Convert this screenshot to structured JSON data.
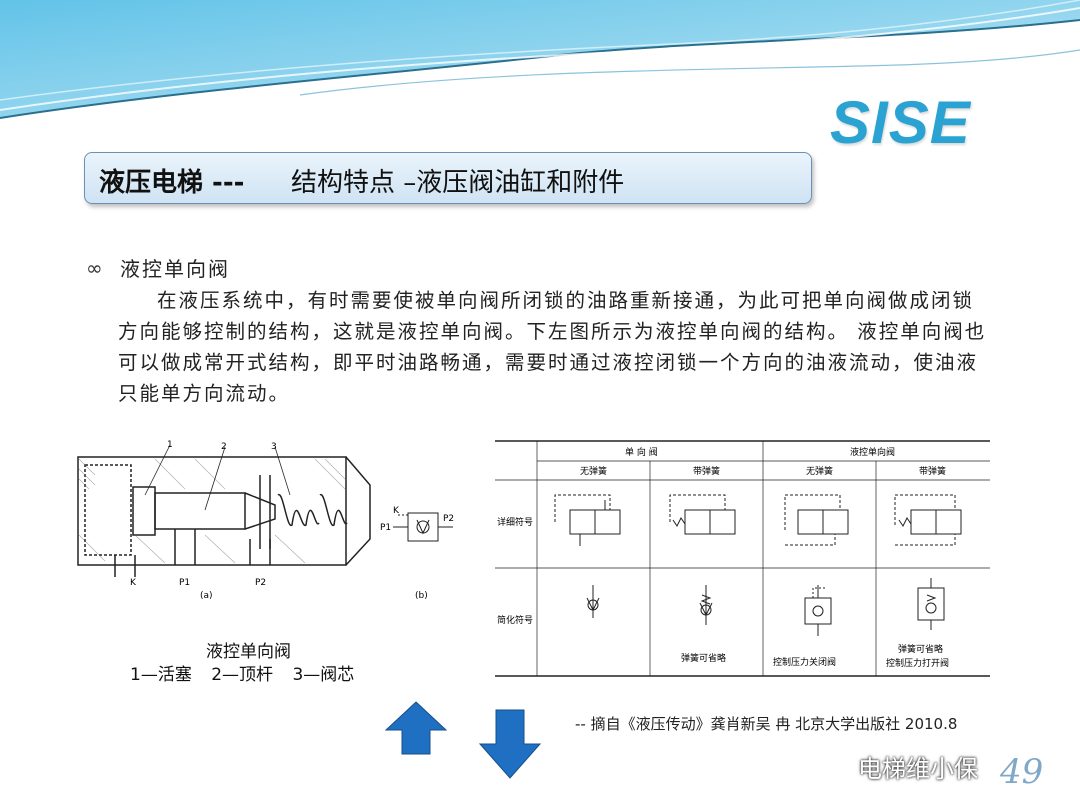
{
  "logo": "SISE",
  "title": {
    "part1": "液压电梯  ---",
    "part2": "结构特点 –液压阀油缸和附件"
  },
  "bullet": {
    "icon": "scroll-bullet-icon",
    "heading": "液控单向阀"
  },
  "paragraph": "在液压系统中，有时需要使被单向阀所闭锁的油路重新接通，为此可把单向阀做成闭锁方向能够控制的结构，这就是液控单向阀。下左图所示为液控单向阀的结构。 液控单向阀也可以做成常开式结构，即平时油路畅通，需要时通过液控闭锁一个方向的油液流动，使油液只能单方向流动。",
  "figure_left": {
    "callouts": [
      "1",
      "2",
      "3"
    ],
    "ports": [
      "K",
      "P1",
      "P2"
    ],
    "sub_a": "(a)",
    "sub_b": "(b)",
    "symbol_k": "K",
    "symbol_p1": "P1",
    "symbol_p2": "P2",
    "caption_title": "液控单向阀",
    "caption_parts": "1—活塞  2—顶杆  3—阀芯"
  },
  "figure_right": {
    "group1": "单  向  阀",
    "group2": "液控单向阀",
    "col1": "无弹簧",
    "col2": "带弹簧",
    "col3": "无弹簧",
    "col4": "带弹簧",
    "row1": "详细符号",
    "row2": "简化符号",
    "note_col2": "弹簧可省略",
    "note_col3": "控制压力关闭阀",
    "note_col4a": "弹簧可省略",
    "note_col4b": "控制压力打开阀"
  },
  "source": "-- 摘自《液压传动》龚肖新吴 冉  北京大学出版社 2010.8",
  "watermark": "电梯维小保",
  "page_number": "49",
  "colors": {
    "accent": "#2aa3d3",
    "arrow": "#1f6fc2",
    "title_border": "#6b8fb6"
  }
}
